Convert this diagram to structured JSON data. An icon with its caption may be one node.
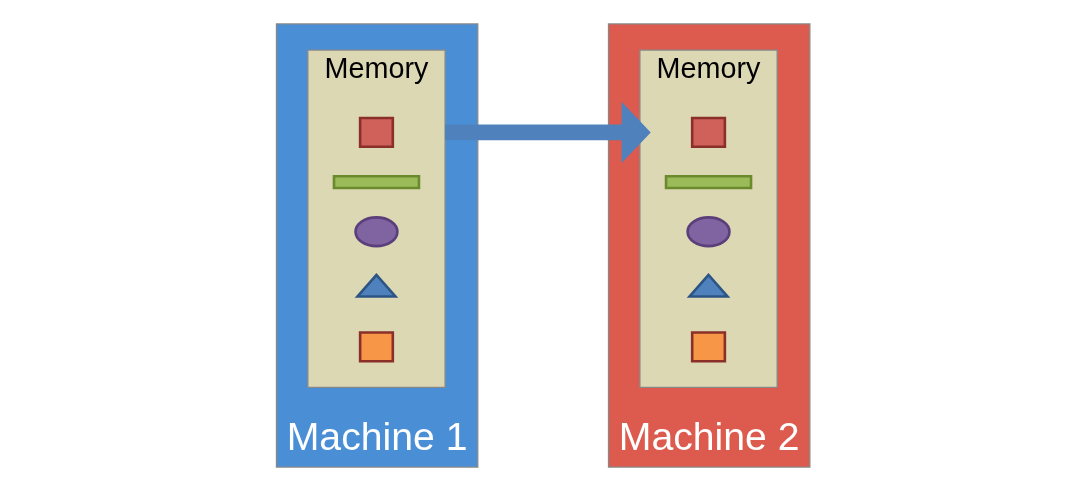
{
  "diagram": {
    "nodes": [
      {
        "text": [
          "Machine 1"
        ]
      },
      {
        "text": [
          "Memory"
        ],
        "in": 0
      },
      {
        "text": [],
        "shape": "box",
        "in": 1
      },
      {
        "text": [],
        "shape": "bar",
        "in": 1
      },
      {
        "text": [],
        "shape": "ellipse",
        "in": 1
      },
      {
        "text": [],
        "shape": "triangle",
        "in": 1
      },
      {
        "text": [],
        "shape": "box",
        "in": 1
      },
      {
        "text": [
          "Machine 2"
        ]
      },
      {
        "text": [
          "Memory"
        ],
        "in": 7
      },
      {
        "text": [],
        "shape": "box",
        "in": 8
      },
      {
        "text": [],
        "shape": "bar",
        "in": 8
      },
      {
        "text": [],
        "shape": "ellipse",
        "in": 8
      },
      {
        "text": [],
        "shape": "triangle",
        "in": 8
      },
      {
        "text": [],
        "shape": "box",
        "in": 8
      }
    ],
    "edges": [
      {
        "from": 1,
        "to": 8,
        "arrow": "to"
      }
    ]
  }
}
